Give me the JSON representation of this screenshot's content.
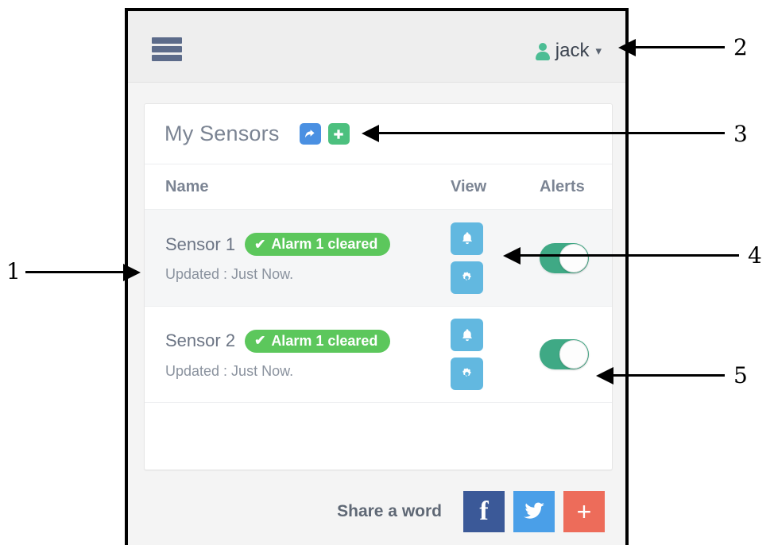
{
  "app": {
    "topbar": {
      "menu_icon": "hamburger-icon",
      "user_icon": "user-avatar-icon",
      "user_name": "jack",
      "caret": "⌄"
    },
    "card": {
      "title": "My Sensors",
      "actions": [
        {
          "name": "share-button",
          "icon": "share-arrow-icon",
          "color": "#4a90e2"
        },
        {
          "name": "add-button",
          "icon": "plus-icon",
          "color": "#4cc07e"
        }
      ],
      "columns": {
        "name": "Name",
        "view": "View",
        "alerts": "Alerts"
      },
      "rows": [
        {
          "name": "Sensor 1",
          "badge": "Alarm 1 cleared",
          "badge_icon": "check-icon",
          "badge_color": "#5cc75c",
          "updated": "Updated : Just Now.",
          "view_buttons": [
            {
              "name": "bell-button",
              "icon": "bell-icon"
            },
            {
              "name": "gear-button",
              "icon": "gear-icon"
            }
          ],
          "alert_toggle": "on"
        },
        {
          "name": "Sensor 2",
          "badge": "Alarm 1 cleared",
          "badge_icon": "check-icon",
          "badge_color": "#5cc75c",
          "updated": "Updated : Just Now.",
          "view_buttons": [
            {
              "name": "bell-button",
              "icon": "bell-icon"
            },
            {
              "name": "gear-button",
              "icon": "gear-icon"
            }
          ],
          "alert_toggle": "on"
        }
      ]
    },
    "footer": {
      "share_label": "Share a word",
      "buttons": [
        {
          "name": "facebook-share-button",
          "icon": "facebook-icon",
          "glyph": "f",
          "color": "#3b5998"
        },
        {
          "name": "twitter-share-button",
          "icon": "twitter-bird-icon",
          "glyph": "",
          "color": "#4a9fe8"
        },
        {
          "name": "more-share-button",
          "icon": "plus-icon",
          "glyph": "+",
          "color": "#ed6c5a"
        }
      ]
    }
  },
  "annotations": [
    {
      "label": "1",
      "target": "sensor-row-1"
    },
    {
      "label": "2",
      "target": "user-menu"
    },
    {
      "label": "3",
      "target": "card-head-actions"
    },
    {
      "label": "4",
      "target": "bell-button-row-1"
    },
    {
      "label": "5",
      "target": "alert-toggle-row-2"
    }
  ]
}
